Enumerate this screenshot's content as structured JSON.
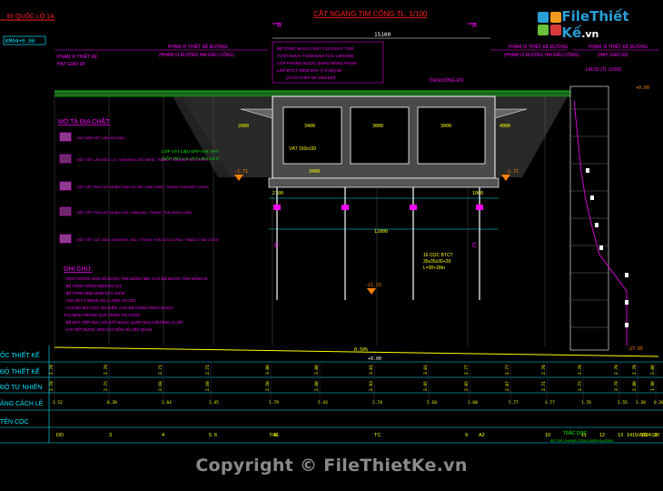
{
  "drawing": {
    "main_title": "CẮT NGANG TIM CỐNG TL: 1/100",
    "top_left_title": "ĐI QUỐC LỘ 1A",
    "km": "KM04+0.00",
    "section_a": "A",
    "section_b": "A",
    "width_total": "15100",
    "left_header_1": "PHẠM VI THIẾT KẾ ĐƯỜNG",
    "left_header_2": "(PHẠM VI ĐƯỜNG HAI ĐẦU CỐNG)",
    "right_header_1": "PHẠM VI THIẾT KẾ ĐƯỜNG",
    "right_header_2": "(PHẠM VI ĐƯỜNG HAI ĐẦU CỐNG)",
    "right_header_3": "PHẠM VI THIẾT KẾ ĐƯỜNG",
    "right_header_4": "(HẠT GIAO ĐI)",
    "left_note_1": "PHẠM VI THIẾT KẾ",
    "left_note_2": "HẠT GIAO ĐI",
    "center_note_1": "BÊ TÔNG NHỰA CHẶT C12.5 DÀY 7CM",
    "center_note_2": "TƯỚI NHỰA THẤM BÁM TCN 1,0KG/M2",
    "center_note_3": "LỚP PHÒNG NƯỚC DẠNG MÀNG PHUN",
    "center_note_4": "LỚP BTCT M300 DÀY (7.0-20)CM",
    "center_note_5": "(LƯỚI THÉP D6 100x100)",
    "tim_duong": "TIM ĐƯỜNG ĐỔ",
    "lkdt": "LKD11 (TL 1/200)",
    "vat": "VÁT 150x150",
    "lop_vat_lieu": "LỚP VẬT LIỆU ĐẮP HẠT HẠT",
    "lop_vat_lieu_2": "(ĐẮP TRẢ LẠI VẬT LIỆU CÁT)",
    "coc_note_1": "16 CỌC BTCT",
    "coc_note_2": "35x35x30+29",
    "coc_note_3": "L=30+28m",
    "elev_1": "-2.71",
    "elev_2": "-2.71",
    "elev_3": "+0.00",
    "elev_4": "-21.55",
    "elev_5": "-27.05",
    "mo_ta_title": "MÔ TẢ ĐỊA CHẤT:",
    "layers": [
      "ĐẤT ĐẮP SÉT LẪN SỎI SẠN",
      "ĐẤT SÉT LẪN HỮU CƠ, XÁM ĐEN, DẺO MỀM, TRẠNG THÁI BÃO HÒA NƯỚC",
      "ĐẤT SÉT PHA CÁT NHIỀU SẠN VÀ SỎI, XÁM VÀNG, TRẠNG THÁI DẺO CỨNG",
      "ĐẤT SÉT PHA CÁT NHIỀU SỎI, XÁM NÂU, TRẠNG THÁI NỬA CỨNG",
      "ĐẤT SÉT CÁT, MÀU XÁM ĐEN, NÂU, TRẠNG THÁI NỬA CỨNG, TRẠNG THÁI CỨNG"
    ],
    "ghi_chu_title": "GHI CHÚ:",
    "notes": [
      "- KÍCH THƯỚC BẢN VẼ ĐƯỢC TÍNH BẰNG MM, CAO ĐỘ ĐƯỢC TÍNH BẰNG M.",
      "- BÊ TÔNG CỐNG M300 ĐÁ 1X2",
      "- BÊ TÔNG ĐỆM M150 DÀY 10CM",
      "- CỌC BTCT 35X35 CM, L=30M, 16 CỌC.",
      "- CAO ĐỘ MŨI CỌC DỰ KIẾN, CAO ĐỘ CHÍNH THỨC ĐƯỢC",
      "  XÁC ĐỊNH TRONG QUÁ TRÌNH THI CÔNG.",
      "- BỀ MẶT TIẾP XÚC VỚI ĐẤT ĐƯỢC QUÉT NHỰA ĐƯỜNG 2 LỚP",
      "- CHI TIẾT ĐƯỢC XEM CÁC BẢN VẼ LIÊN QUAN"
    ],
    "table_labels": [
      "ỐC THIẾT KẾ",
      "ĐỘ THIẾT KẾ",
      "ĐỘ TỰ NHIÊN",
      "ẢNG CÁCH LẺ",
      "TÊN CỌC"
    ],
    "row_tk": [
      "2.78",
      "2.78",
      "2.71",
      "2.71",
      "3.00",
      "3.00",
      "3.01",
      "3.01",
      "2.77",
      "2.77",
      "2.70",
      "2.70",
      "2.70",
      "2.70",
      "2.00"
    ],
    "row_tn": [
      "2.78",
      "2.75",
      "2.60",
      "2.60",
      "2.50",
      "2.80",
      "2.93",
      "2.95",
      "2.95",
      "2.87",
      "2.71",
      "2.75",
      "2.78",
      "2.80",
      "1.90"
    ],
    "row_kc": [
      "3.52",
      "0.39",
      "3.64",
      "1.45",
      "1.79",
      "5.43",
      "3.74",
      "5.10",
      "3.60",
      "5.77",
      "4.77",
      "1.76",
      "1.55",
      "1.38",
      "0.20"
    ],
    "coc_names": [
      "DD",
      "3",
      "4",
      "5",
      "6",
      "7/A1",
      "8",
      "TC",
      "9",
      "A2",
      "10",
      "11",
      "12",
      "13",
      "14",
      "15/A19",
      "16/A19",
      "20"
    ],
    "slope_design": "0.50%",
    "ground_level": "+0.00",
    "mat_bang_title": "TRẮC DỌC",
    "mat_bang_sub": "BỐ TRÍ CHUNG CỐNG ĐIỂN ĐƯỜNG",
    "dims": [
      "3400",
      "3000",
      "3000",
      "3400",
      "12000",
      "2000",
      "4000",
      "2100",
      "1000"
    ]
  },
  "logo": {
    "brand": "FileThiết Kế",
    "tld": ".vn"
  },
  "watermark": "Copyright © FileThietKe.vn",
  "colors": {
    "bg": "#000000",
    "cyan": "#00e5ff",
    "magenta": "#ff00ff",
    "yellow": "#ffff00",
    "green": "#00ff00",
    "white": "#ffffff",
    "red": "#ff2020",
    "orange": "#ff8000"
  }
}
